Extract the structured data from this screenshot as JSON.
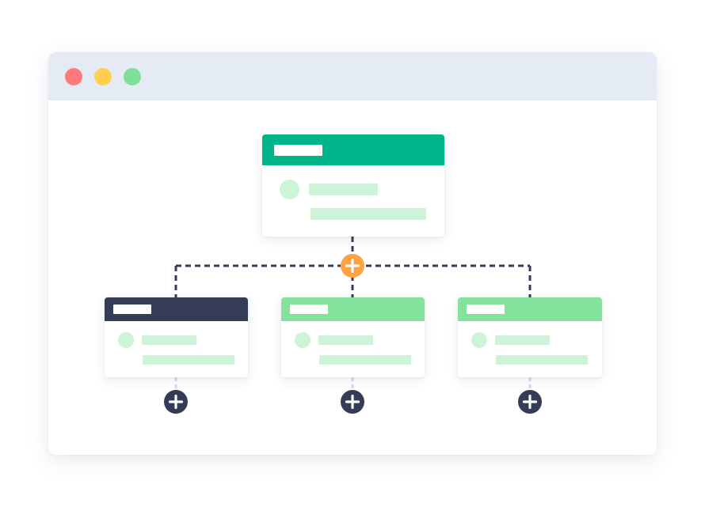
{
  "colors": {
    "titlebar_bg": "#e5ebf4",
    "dot_close": "#ff7a78",
    "dot_minimize": "#ffcf4d",
    "dot_maximize": "#7ddf98",
    "root_header": "#00b589",
    "child_header_dark": "#353d56",
    "child_header_green": "#83e39d",
    "placeholder": "#cdf3d8",
    "connector": "#353d56",
    "add_button_orange": "#ffa23f",
    "add_button_dark": "#353d56"
  },
  "window": {
    "controls": [
      {
        "name": "close-dot"
      },
      {
        "name": "minimize-dot"
      },
      {
        "name": "maximize-dot"
      }
    ]
  },
  "diagram": {
    "root": {
      "header_color": "root_header"
    },
    "children": [
      {
        "name": "child-node-left",
        "header_color": "child_header_dark"
      },
      {
        "name": "child-node-center",
        "header_color": "child_header_green"
      },
      {
        "name": "child-node-right",
        "header_color": "child_header_green"
      }
    ],
    "add_buttons": [
      {
        "name": "add-child-node-button",
        "color": "add_button_orange"
      },
      {
        "name": "add-node-below-left-button",
        "color": "add_button_dark"
      },
      {
        "name": "add-node-below-center-button",
        "color": "add_button_dark"
      },
      {
        "name": "add-node-below-right-button",
        "color": "add_button_dark"
      }
    ]
  }
}
